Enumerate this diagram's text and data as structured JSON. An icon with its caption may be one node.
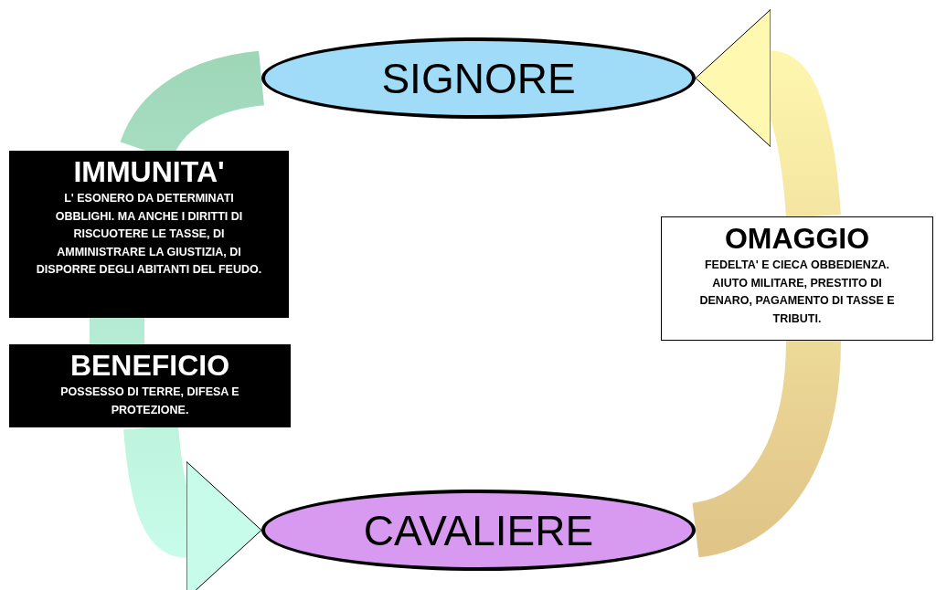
{
  "diagram": {
    "nodes": [
      {
        "text": [
          "SIGNORE"
        ]
      },
      {
        "text": [
          "CAVALIERE"
        ]
      },
      {
        "text": [
          "IMMUNITA'",
          "L' ESONERO DA DETERMINATI OBBLIGHI. MA ANCHE I DIRITTI DI RISCUOTERE LE TASSE, DI AMMINISTRARE LA GIUSTIZIA, DI DISPORRE DEGLI ABITANTI DEL FEUDO."
        ]
      },
      {
        "text": [
          "BENEFICIO",
          "POSSESSO DI TERRE, DIFESA E PROTEZIONE."
        ]
      },
      {
        "text": [
          "OMAGGIO",
          "FEDELTA' E CIECA OBBEDIENZA. AIUTO MILITARE, PRESTITO DI DENARO, PAGAMENTO DI TASSE E TRIBUTI."
        ]
      }
    ],
    "edges": [
      {
        "from": 0,
        "to": 2,
        "arrow": "none"
      },
      {
        "from": 2,
        "to": 3,
        "arrow": "none"
      },
      {
        "from": 3,
        "to": 1,
        "arrow": "to"
      },
      {
        "from": 1,
        "to": 4,
        "arrow": "none"
      },
      {
        "from": 4,
        "to": 0,
        "arrow": "to"
      }
    ]
  }
}
